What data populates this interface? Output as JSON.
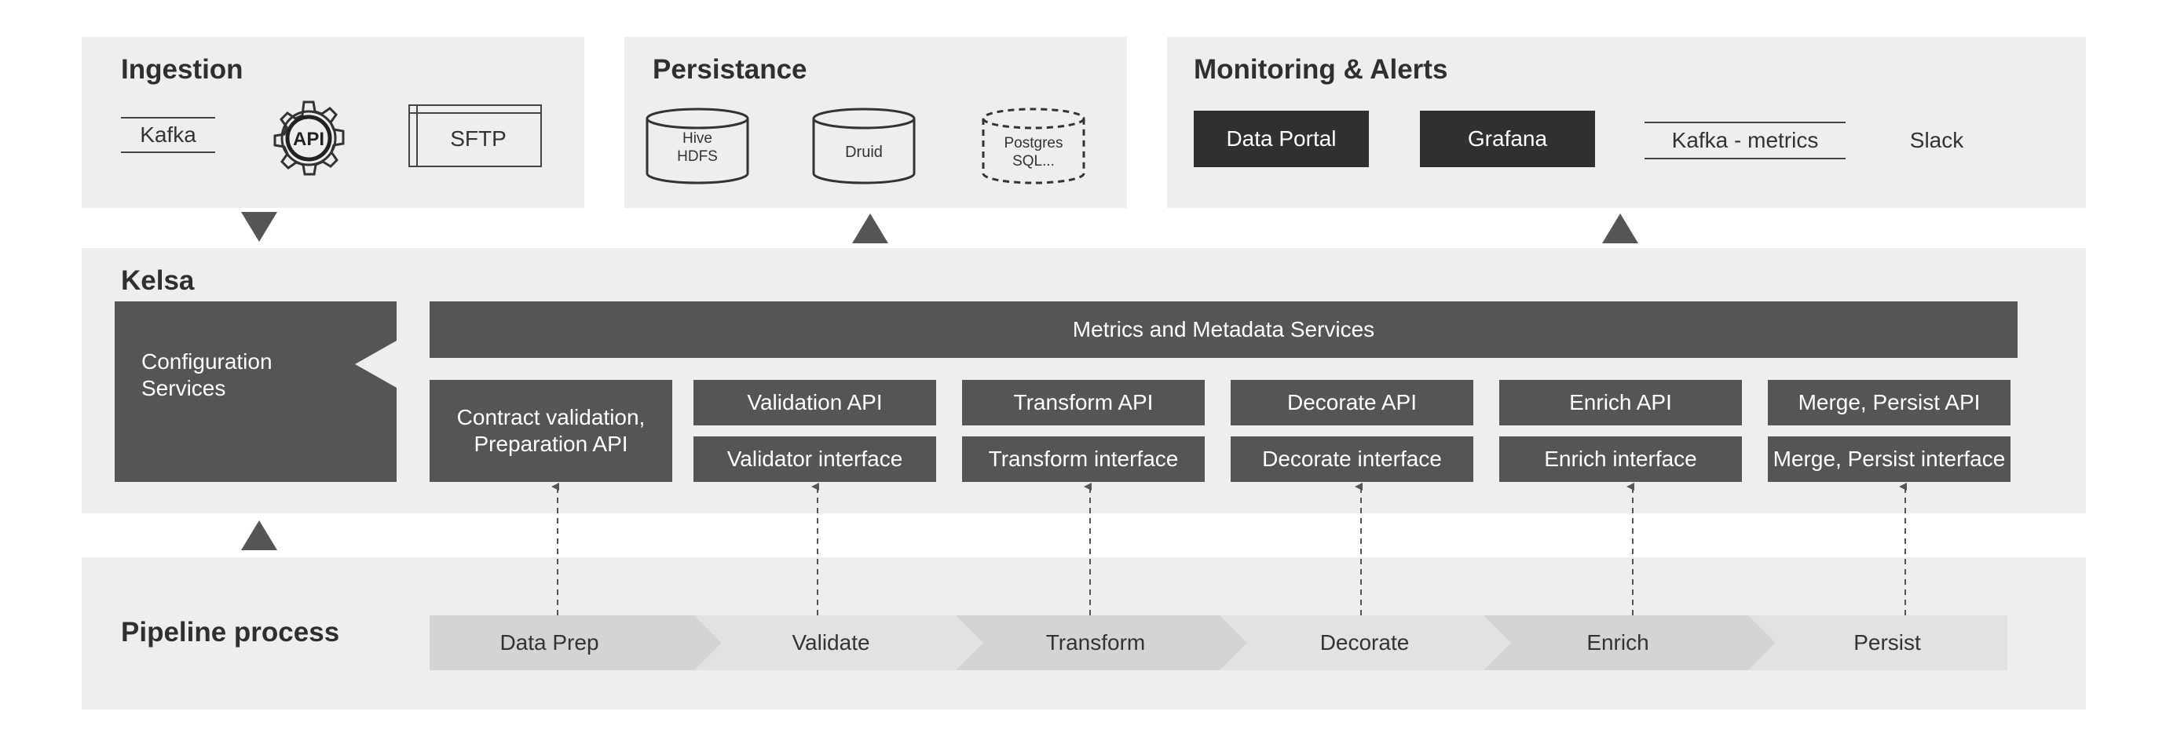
{
  "ingestion": {
    "title": "Ingestion",
    "kafka": "Kafka",
    "api": "API",
    "sftp": "SFTP"
  },
  "persistance": {
    "title": "Persistance",
    "hive_line1": "Hive",
    "hive_line2": "HDFS",
    "druid": "Druid",
    "postgres_line1": "Postgres",
    "postgres_line2": "SQL..."
  },
  "monitoring": {
    "title": "Monitoring & Alerts",
    "data_portal": "Data Portal",
    "grafana": "Grafana",
    "kafka_metrics": "Kafka - metrics",
    "slack": "Slack"
  },
  "kelsa": {
    "title": "Kelsa",
    "config_line1": "Configuration",
    "config_line2": "Services",
    "metrics": "Metrics and Metadata Services",
    "contract_line1": "Contract validation,",
    "contract_line2": "Preparation API",
    "apis": [
      "Validation API",
      "Transform API",
      "Decorate API",
      "Enrich API",
      "Merge, Persist API"
    ],
    "interfaces": [
      "Validator interface",
      "Transform interface",
      "Decorate interface",
      "Enrich interface",
      "Merge, Persist interface"
    ]
  },
  "pipeline": {
    "title": "Pipeline process",
    "steps": [
      "Data Prep",
      "Validate",
      "Transform",
      "Decorate",
      "Enrich",
      "Persist"
    ]
  },
  "colors": {
    "panel": "#eeeeee",
    "dark_box": "#555555",
    "black_box": "#303030",
    "chevron_dark": "#d4d4d4",
    "chevron_light": "#e2e2e2"
  }
}
